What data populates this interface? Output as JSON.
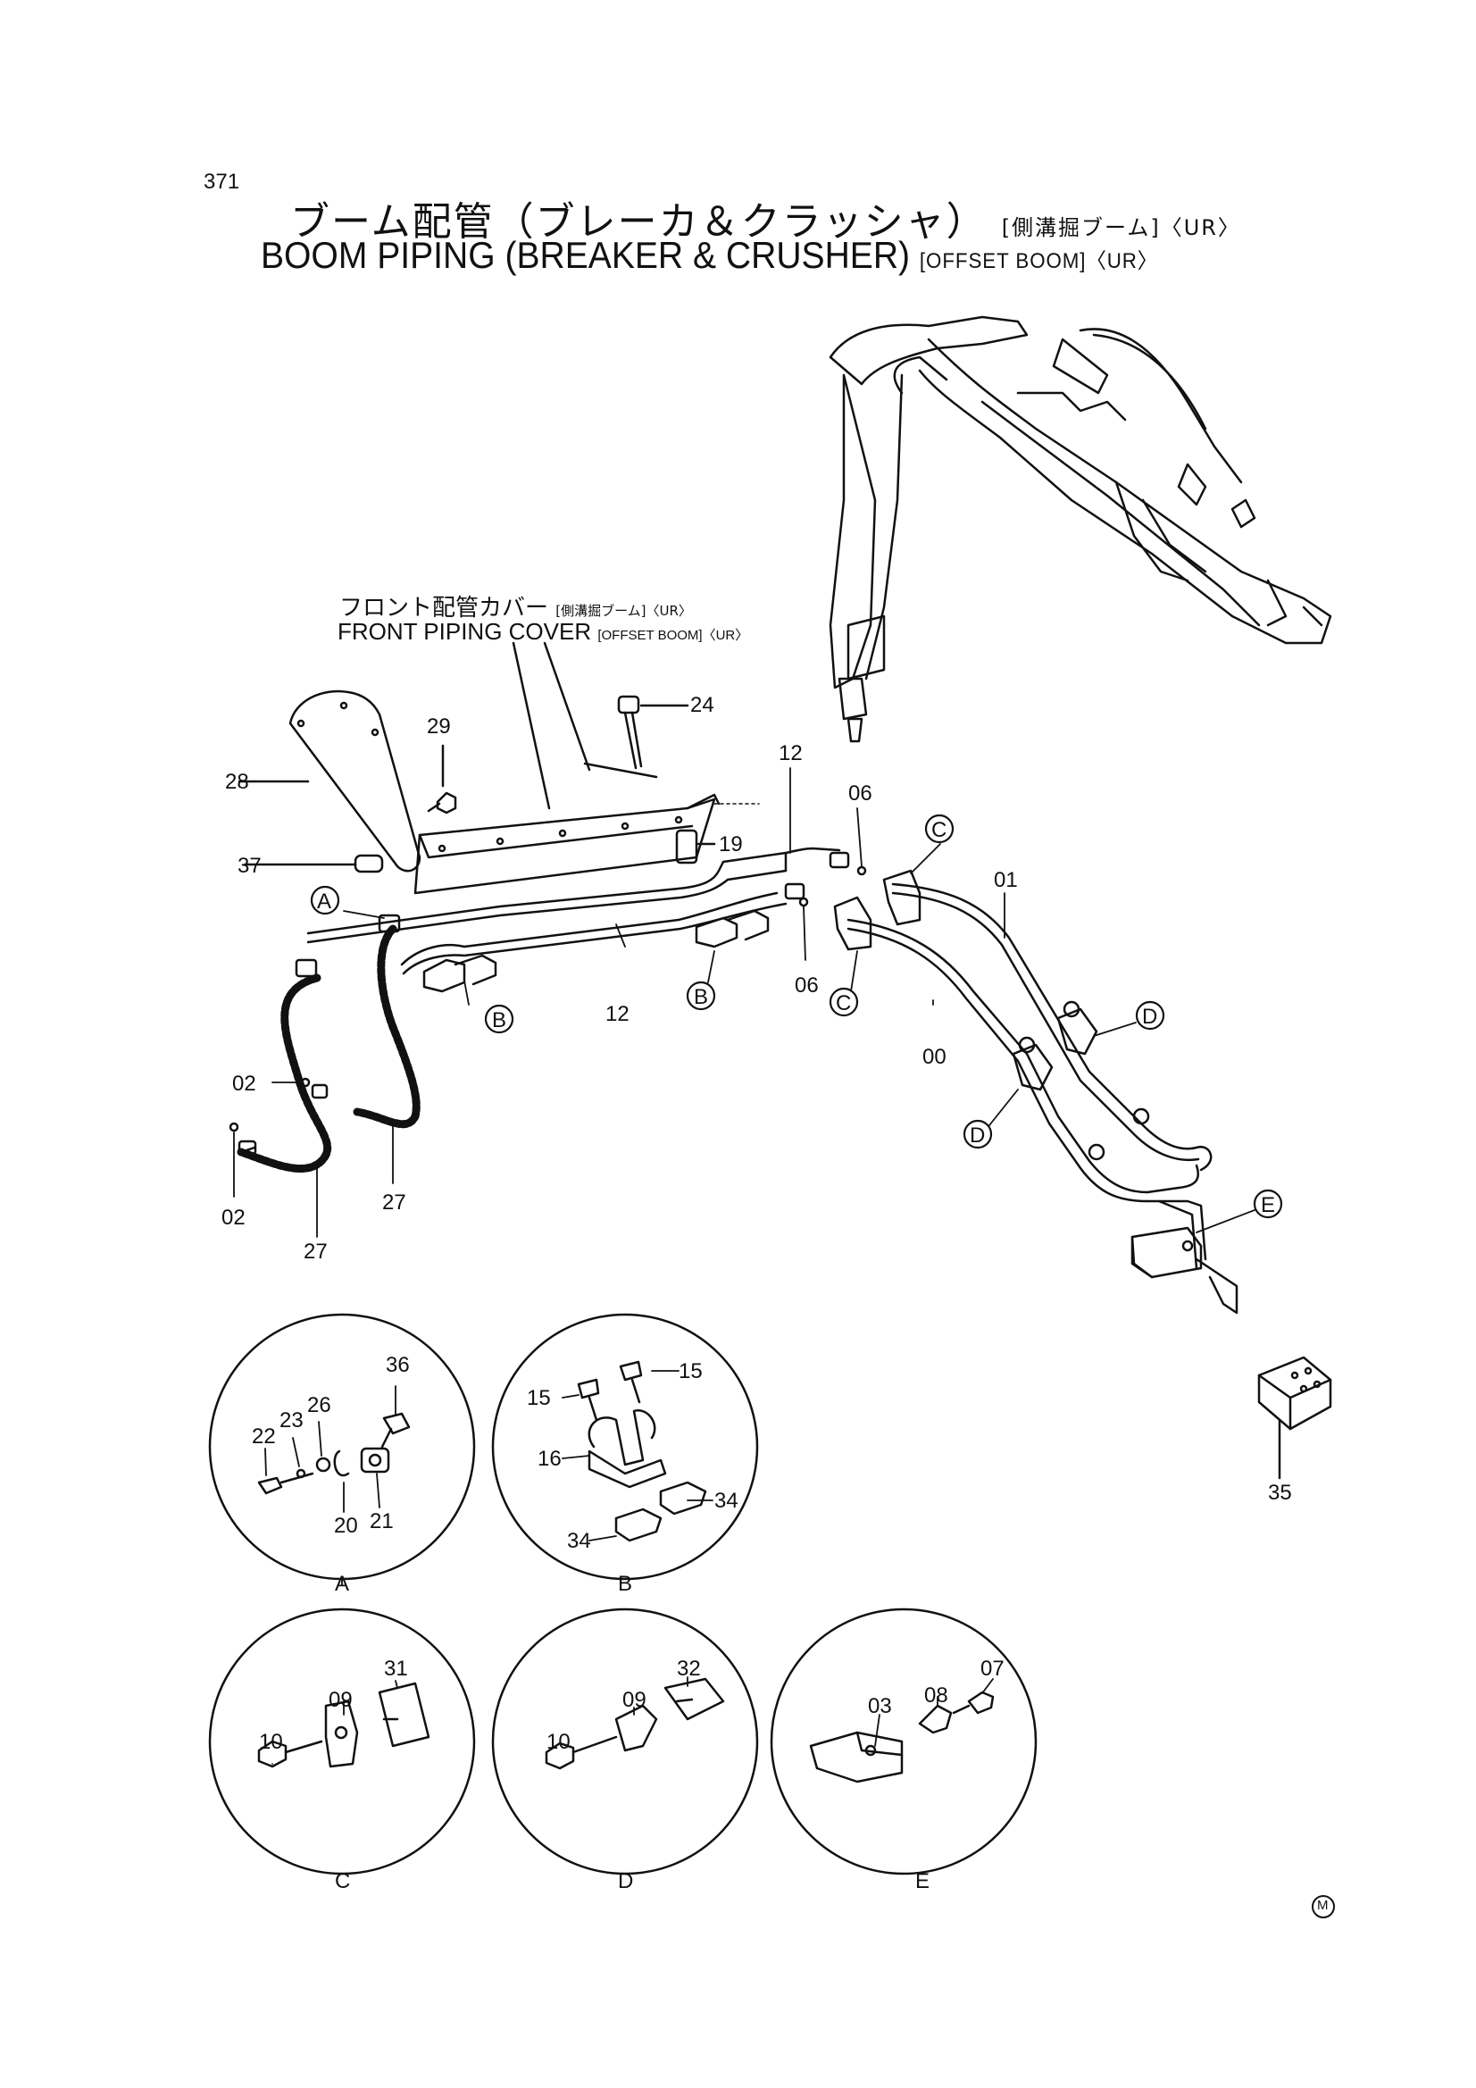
{
  "header": {
    "page_number": "371",
    "title_jp": "ブーム配管（ブレーカ＆クラッシャ）",
    "title_jp_tag": "[側溝掘ブーム]〈UR〉",
    "title_en": "BOOM  PIPING  (BREAKER & CRUSHER)",
    "title_en_tag": "[OFFSET  BOOM]〈UR〉"
  },
  "cover_label": {
    "jp": "フロント配管カバー",
    "jp_tag": "[側溝掘ブーム]〈UR〉",
    "en": "FRONT  PIPING  COVER",
    "en_tag": "[OFFSET BOOM]〈UR〉"
  },
  "callouts": {
    "c24": "24",
    "c29": "29",
    "c28": "28",
    "c37": "37",
    "c19": "19",
    "c12a": "12",
    "c12b": "12",
    "c06a": "06",
    "c06b": "06",
    "c01": "01",
    "c00": "00",
    "c02a": "02",
    "c02b": "02",
    "c27a": "27",
    "c27b": "27"
  },
  "markers": {
    "A1": "A",
    "B1": "B",
    "B2": "B",
    "C1": "C",
    "C2": "C",
    "D1": "D",
    "D2": "D",
    "E1": "E"
  },
  "details": {
    "A": {
      "label": "A",
      "parts": [
        "36",
        "26",
        "23",
        "22",
        "20",
        "21"
      ]
    },
    "B": {
      "label": "B",
      "parts": [
        "15",
        "15",
        "16",
        "34",
        "34"
      ]
    },
    "C": {
      "label": "C",
      "parts": [
        "31",
        "09",
        "10"
      ]
    },
    "D": {
      "label": "D",
      "parts": [
        "32",
        "09",
        "10"
      ]
    },
    "E": {
      "label": "E",
      "parts": [
        "07",
        "08",
        "03"
      ]
    }
  },
  "loose_part": {
    "label": "35"
  },
  "footer_mark": "M"
}
